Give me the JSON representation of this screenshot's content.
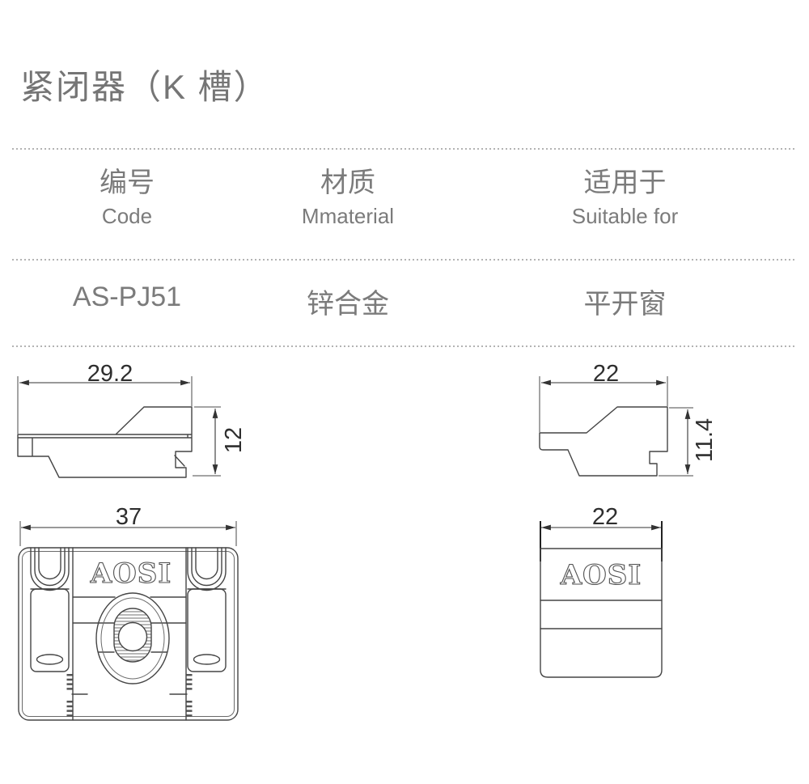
{
  "title": "紧闭器（K 槽）",
  "table": {
    "columns": [
      {
        "zh": "编号",
        "en": "Code"
      },
      {
        "zh": "材质",
        "en": "Mmaterial"
      },
      {
        "zh": "适用于",
        "en": "Suitable for"
      }
    ],
    "row": {
      "code": "AS-PJ51",
      "material": "锌合金",
      "suitable_for": "平开窗"
    }
  },
  "drawings": {
    "brand": "AOSI",
    "side_left": {
      "width": "29.2",
      "height": "12"
    },
    "side_right": {
      "width": "22",
      "height": "11.4"
    },
    "front_left": {
      "width": "37"
    },
    "front_right": {
      "width": "22"
    }
  },
  "colors": {
    "text_gray": "#7b7b7b",
    "title_gray": "#757575",
    "line_dark": "#454545",
    "dim_dark": "#2e2e2e",
    "dotted": "#b3b3b3"
  }
}
